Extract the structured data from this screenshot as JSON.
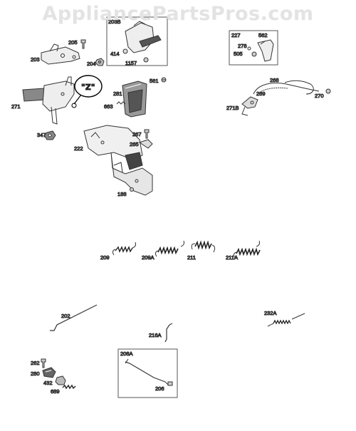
{
  "watermark": "AppliancePartsPros.com",
  "labels": {
    "p203": "203",
    "p205": "205",
    "p204": "204",
    "p203B": "203B",
    "p414": "414",
    "p1157": "1157",
    "p227": "227",
    "p562": "562",
    "p278": "278",
    "p505": "505",
    "p268": "268",
    "p269": "269",
    "p270": "270",
    "p271B": "271B",
    "p271": "271",
    "z": "\"Z\"",
    "p561": "561",
    "p281": "281",
    "p663": "663",
    "p347": "347",
    "p267": "267",
    "p265": "265",
    "p222": "222",
    "p188": "188",
    "p209": "209",
    "p209A": "209A",
    "p211": "211",
    "p211A": "211A",
    "p202": "202",
    "p216A": "216A",
    "p232A": "232A",
    "p208A": "208A",
    "p206": "206",
    "p262": "262",
    "p280": "280",
    "p432": "432",
    "p689": "689"
  }
}
